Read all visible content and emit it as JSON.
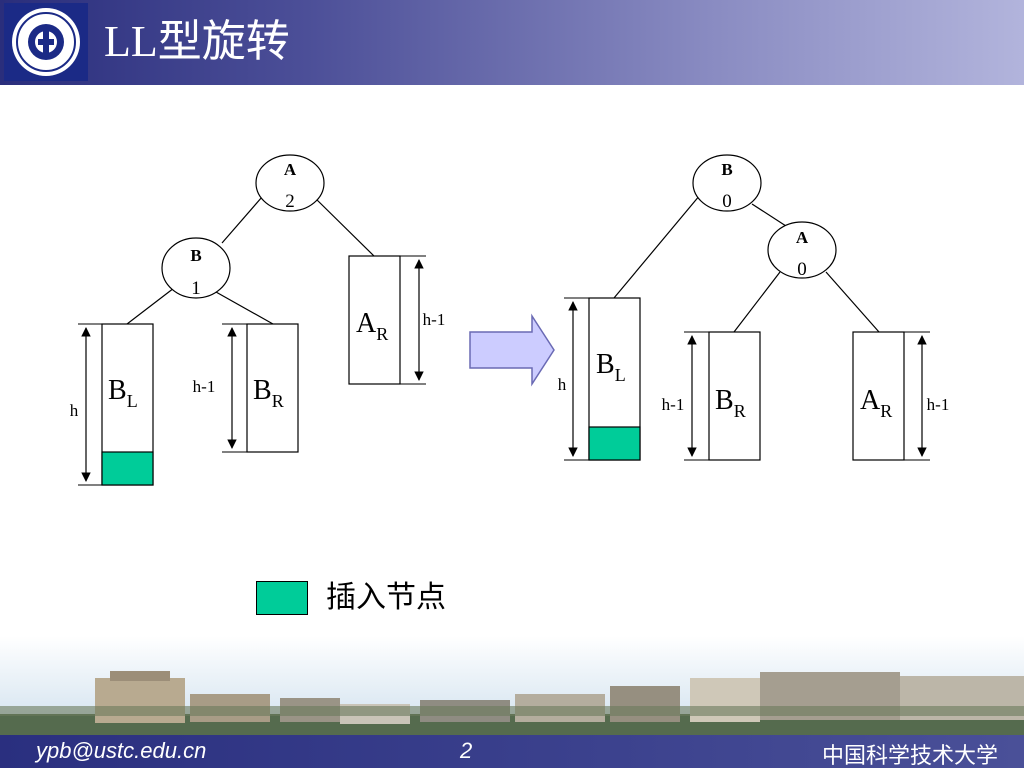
{
  "header": {
    "title": "LL型旋转"
  },
  "left_tree": {
    "root": {
      "name": "A",
      "balance": "2"
    },
    "child": {
      "name": "B",
      "balance": "1"
    },
    "subtrees": {
      "bl": {
        "base": "B",
        "sub": "L"
      },
      "br": {
        "base": "B",
        "sub": "R"
      },
      "ar": {
        "base": "A",
        "sub": "R"
      }
    },
    "heights": {
      "bl": "h",
      "br": "h-1",
      "ar": "h-1"
    }
  },
  "right_tree": {
    "root": {
      "name": "B",
      "balance": "0"
    },
    "child": {
      "name": "A",
      "balance": "0"
    },
    "subtrees": {
      "bl": {
        "base": "B",
        "sub": "L"
      },
      "br": {
        "base": "B",
        "sub": "R"
      },
      "ar": {
        "base": "A",
        "sub": "R"
      }
    },
    "heights": {
      "bl": "h",
      "br": "h-1",
      "ar": "h-1"
    }
  },
  "legend": {
    "label": "插入节点",
    "color": "#00cc99"
  },
  "colors": {
    "inserted": "#00cc99",
    "arrow_fill": "#ccccff",
    "arrow_stroke": "#6a6ab4"
  },
  "footer": {
    "email": "ypb@ustc.edu.cn",
    "page": "2",
    "school": "中国科学技术大学"
  }
}
